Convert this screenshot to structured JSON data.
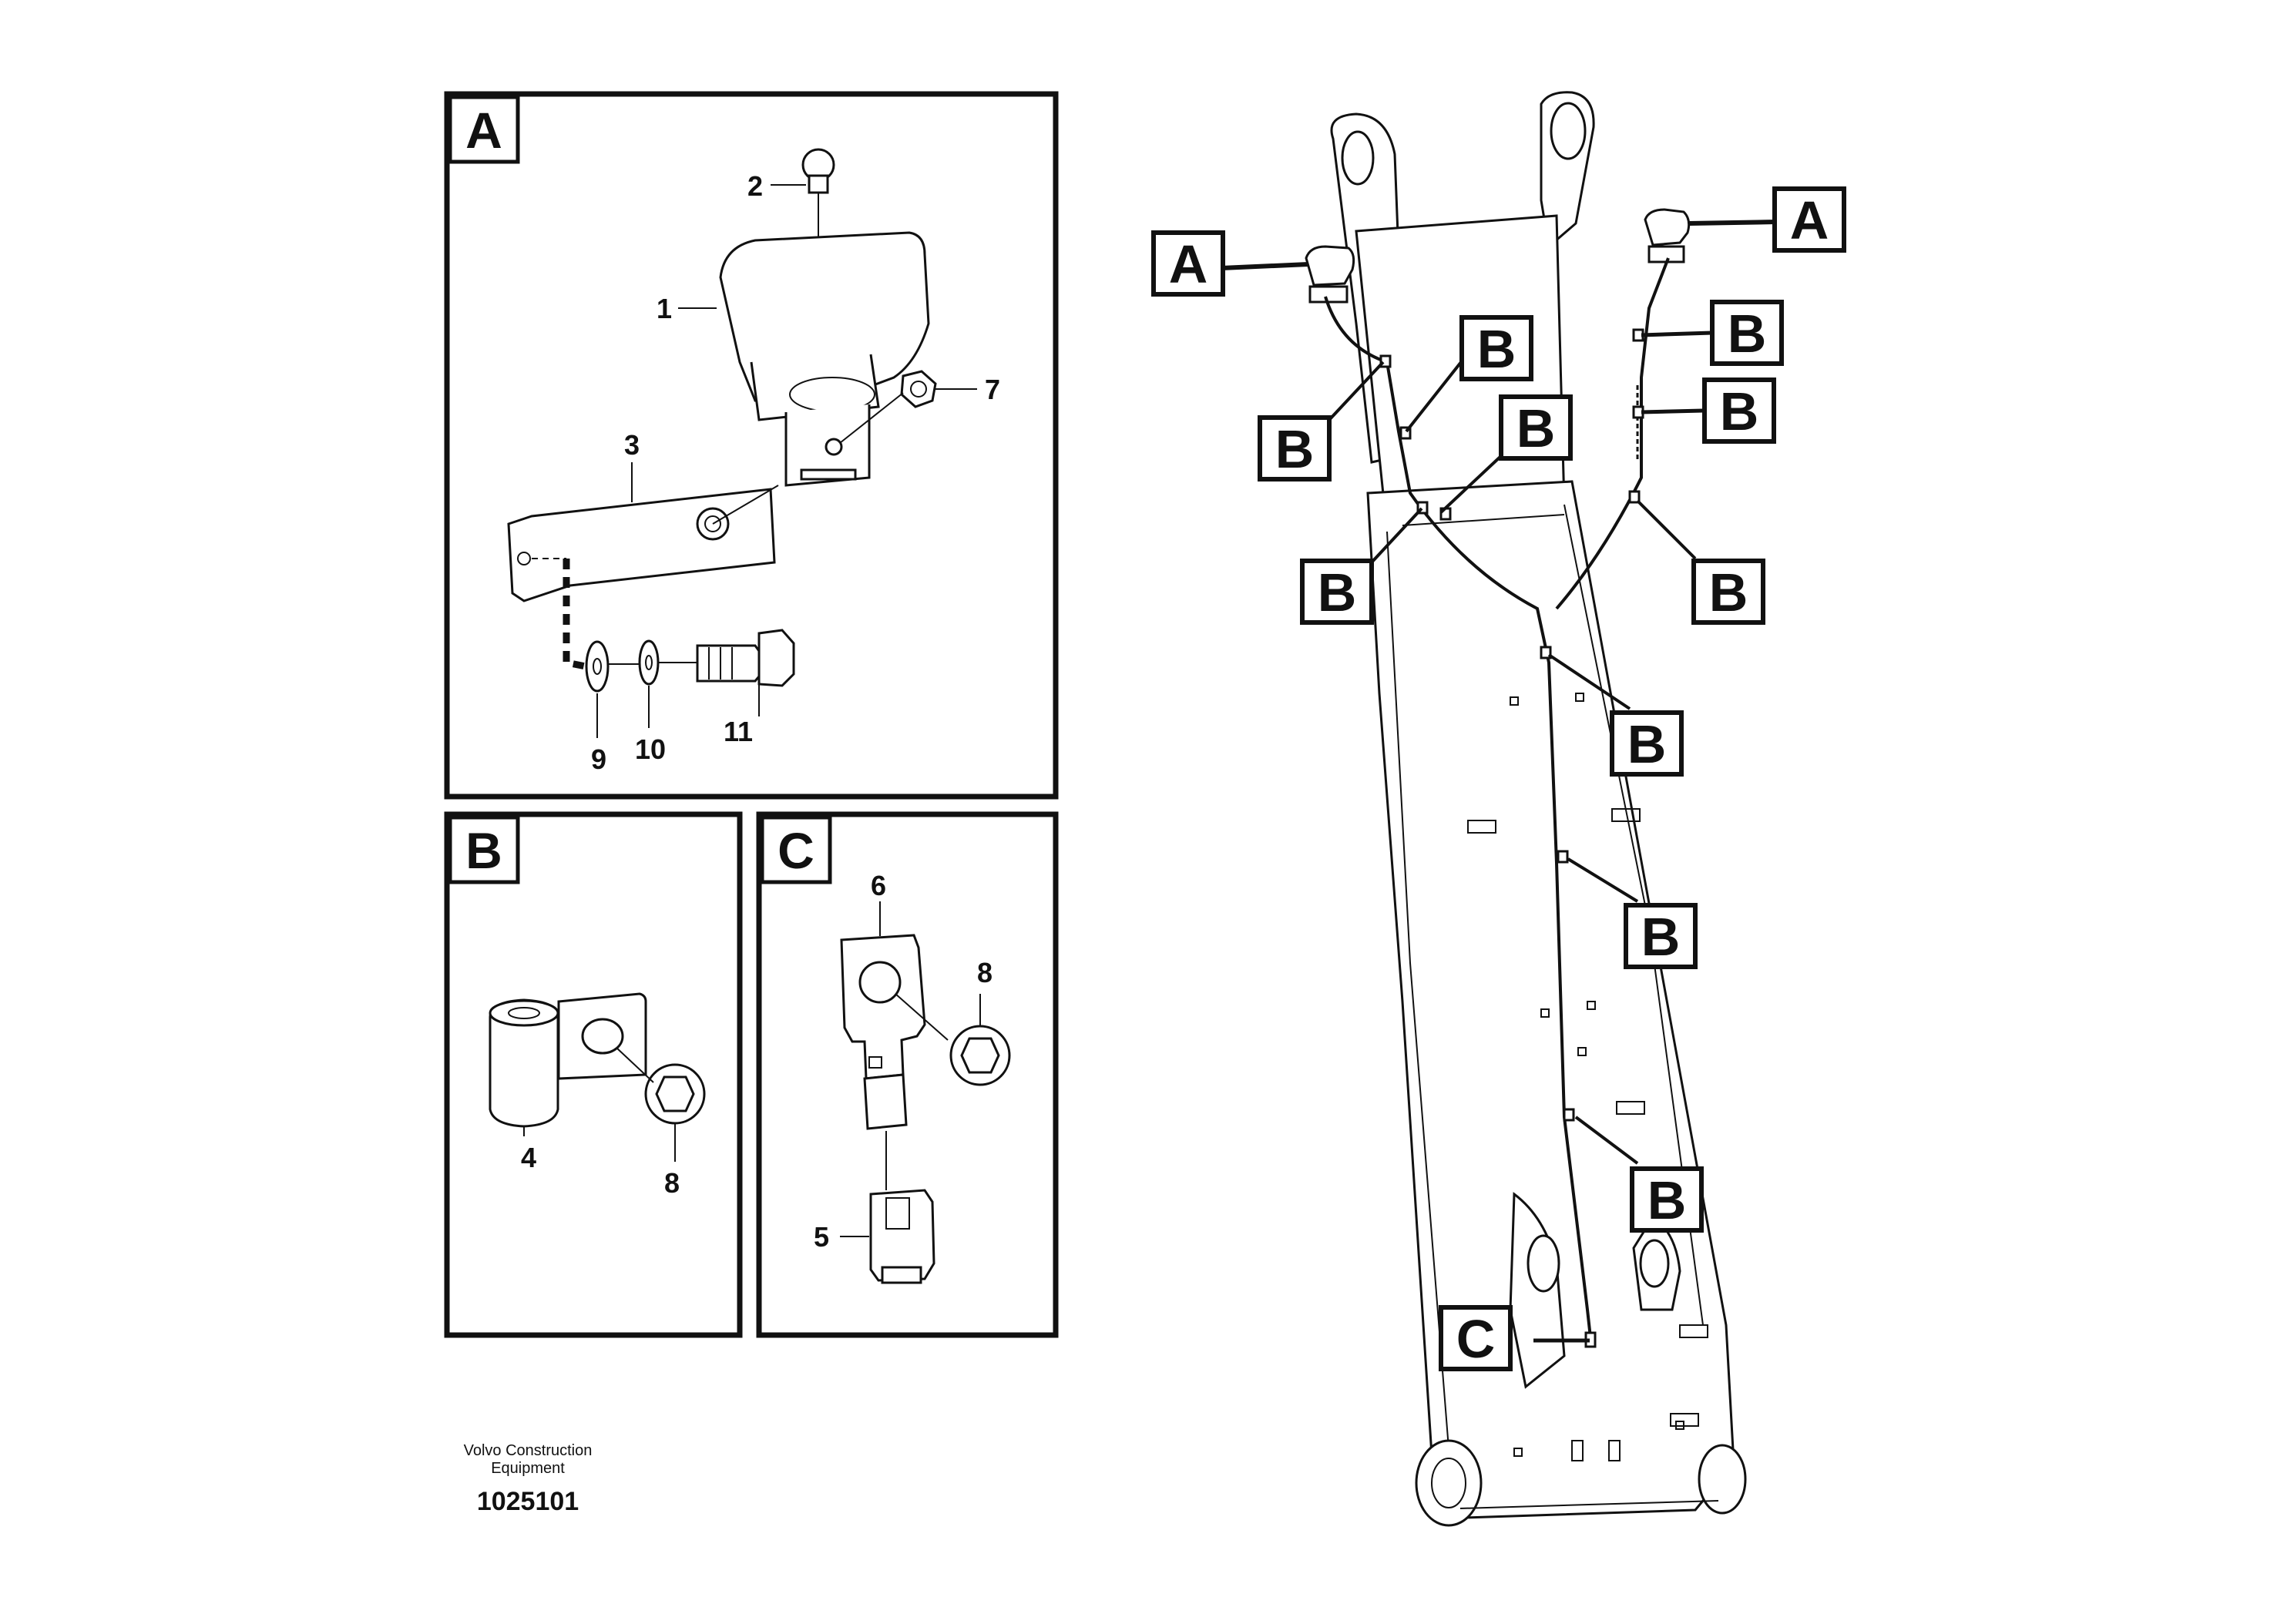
{
  "detail_panels": [
    {
      "letter": "A"
    },
    {
      "letter": "B"
    },
    {
      "letter": "C"
    }
  ],
  "part_numbers": {
    "p1": "1",
    "p2": "2",
    "p3": "3",
    "p4": "4",
    "p5": "5",
    "p6": "6",
    "p7": "7",
    "p8_b": "8",
    "p8_c": "8",
    "p9": "9",
    "p10": "10",
    "p11": "11"
  },
  "boom_callouts": {
    "a_left": "A",
    "a_right": "A",
    "b1": "B",
    "b2": "B",
    "b3": "B",
    "b4": "B",
    "b5": "B",
    "b6": "B",
    "b7": "B",
    "b8": "B",
    "b9": "B",
    "b10": "B",
    "c": "C"
  },
  "footer": {
    "manufacturer": "Volvo Construction Equipment",
    "drawing_number": "1025101"
  }
}
